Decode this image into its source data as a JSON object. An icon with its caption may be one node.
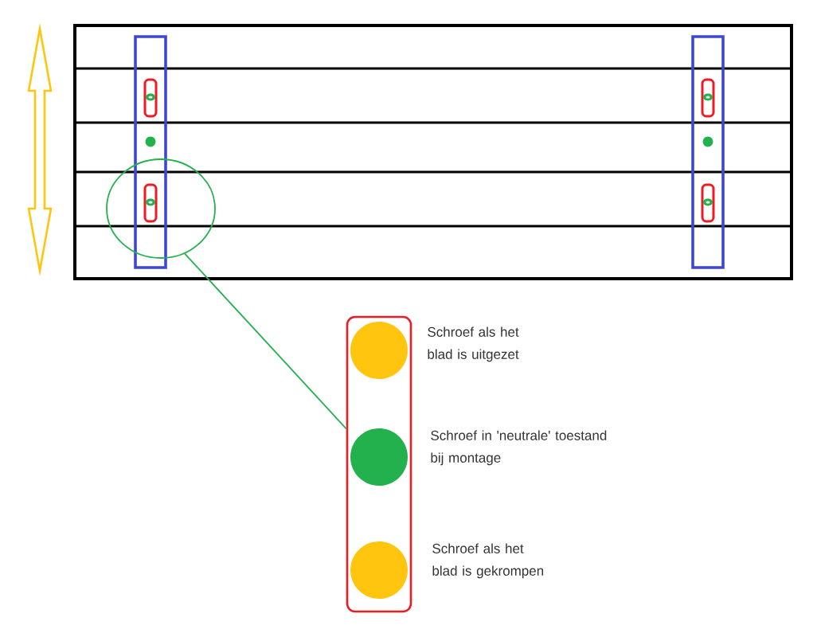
{
  "diagram": {
    "nodes": [
      {
        "text": [],
        "shape": "circle"
      },
      {
        "text": [],
        "shape": "box"
      },
      {
        "text": [],
        "shape": "circle",
        "in": 1,
        "beside": [
          "Schroef als het blad is uitgezet"
        ]
      },
      {
        "text": [],
        "shape": "circle",
        "in": 1,
        "beside": [
          "Schroef in 'neutrale' toestand bij montage"
        ]
      },
      {
        "text": [],
        "shape": "circle",
        "in": 1,
        "beside": [
          "Schroef als het blad is gekrompen"
        ]
      }
    ],
    "edges": [
      {
        "from": 0,
        "to": 1,
        "arrow": "none"
      }
    ]
  }
}
